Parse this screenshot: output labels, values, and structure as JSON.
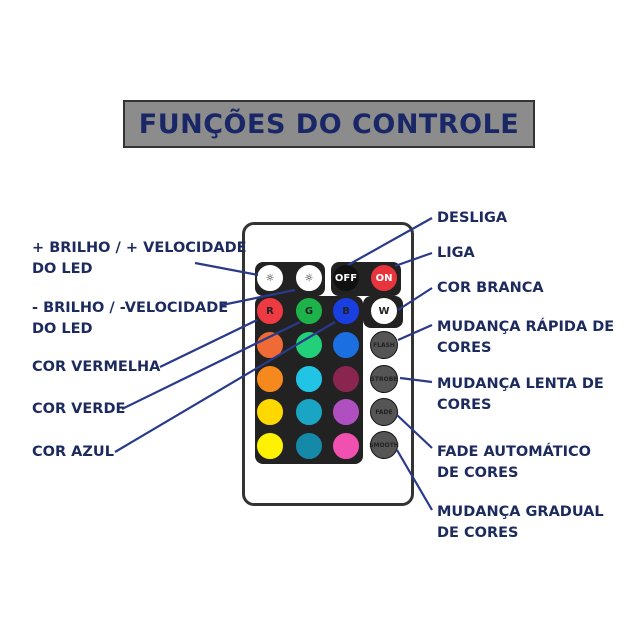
{
  "title": "FUNÇÕES DO CONTROLE",
  "left_labels": [
    {
      "line1": "+ BRILHO / + VELOCIDADE",
      "line2": "DO LED"
    },
    {
      "line1": "- BRILHO / -VELOCIDADE",
      "line2": "DO LED"
    },
    {
      "line1": "COR VERMELHA"
    },
    {
      "line1": "COR VERDE"
    },
    {
      "line1": "COR AZUL"
    }
  ],
  "right_labels": [
    {
      "line1": "DESLIGA"
    },
    {
      "line1": "LIGA"
    },
    {
      "line1": "COR BRANCA"
    },
    {
      "line1": "MUDANÇA RÁPIDA DE",
      "line2": "CORES"
    },
    {
      "line1": "MUDANÇA LENTA DE",
      "line2": "CORES"
    },
    {
      "line1": "FADE AUTOMÁTICO",
      "line2": "DE CORES"
    },
    {
      "line1": "MUDANÇA GRADUAL",
      "line2": "DE CORES"
    }
  ],
  "remote": {
    "off": "OFF",
    "on": "ON",
    "r": "R",
    "g": "G",
    "b": "B",
    "w": "W",
    "flash": "FLASH",
    "strobe": "STROBE",
    "fade": "FADE",
    "smooth": "SMOOTH",
    "grid_colors": [
      "#f06a35",
      "#22d07a",
      "#1b6fe0",
      "#f5891e",
      "#22c4e6",
      "#8a2550",
      "#ffd800",
      "#1aa5c4",
      "#b050c0",
      "#fff200",
      "#148aa8",
      "#f050b0"
    ]
  },
  "colors": {
    "line": "#2a3a8a",
    "text": "#1c2a5e",
    "title_bg": "#8c8c8c"
  }
}
